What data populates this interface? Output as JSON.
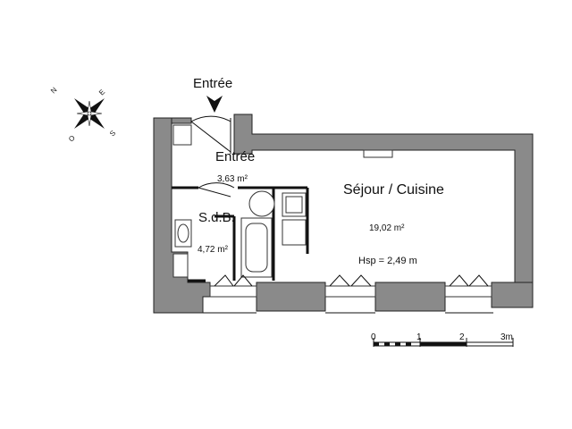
{
  "entrance": {
    "label": "Entrée"
  },
  "compass": {
    "n": "N",
    "e": "E",
    "s": "S",
    "o": "O"
  },
  "rooms": {
    "entree": {
      "name": "Entrée",
      "area": "3,63 m²"
    },
    "sdb": {
      "name": "S.d.B.",
      "area": "4,72 m²"
    },
    "sejour": {
      "name": "Séjour / Cuisine",
      "area": "19,02 m²",
      "height": "Hsp = 2,49 m"
    }
  },
  "scale": {
    "ticks": [
      "0",
      "1",
      "2",
      "3m"
    ]
  },
  "colors": {
    "wall": "#8a8a8a",
    "line": "#111111"
  }
}
